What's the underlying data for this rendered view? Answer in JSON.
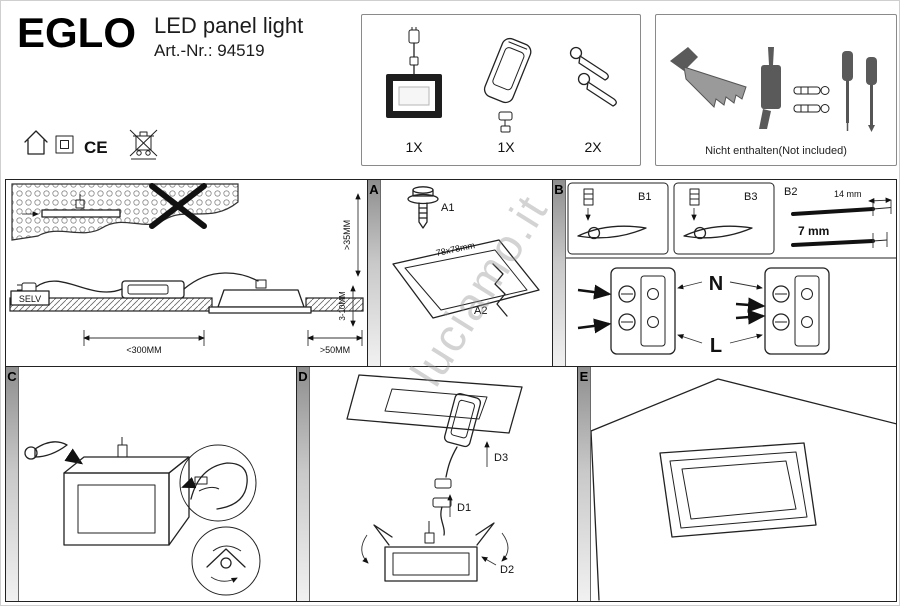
{
  "header": {
    "brand": "EGLO",
    "product_title": "LED panel light",
    "art_nr": "Art.-Nr.: 94519",
    "ce_mark": "CE"
  },
  "parts_box": {
    "items": [
      {
        "name": "led-panel",
        "qty": "1X"
      },
      {
        "name": "led-driver",
        "qty": "1X"
      },
      {
        "name": "mounting-springs",
        "qty": "2X"
      }
    ]
  },
  "tools_box": {
    "note": "Nicht enthalten(Not included)"
  },
  "install_diagram": {
    "selv_label": "SELV",
    "dim_max_width": "<300MM",
    "dim_min_side": ">50MM",
    "dim_min_depth": ">35MM",
    "dim_gap": "3-10MM"
  },
  "sections": {
    "a": {
      "label": "A",
      "step1": "A1",
      "step2": "A2",
      "cutout_size": "78x78mm"
    },
    "b": {
      "label": "B",
      "b1": "B1",
      "b2": "B2",
      "b3": "B3",
      "strip_long": "14 mm",
      "strip_short": "7 mm",
      "neutral": "N",
      "live": "L"
    },
    "c": {
      "label": "C"
    },
    "d": {
      "label": "D",
      "d1": "D1",
      "d2": "D2",
      "d3": "D3"
    },
    "e": {
      "label": "E"
    }
  },
  "watermark": "luciamo.it"
}
